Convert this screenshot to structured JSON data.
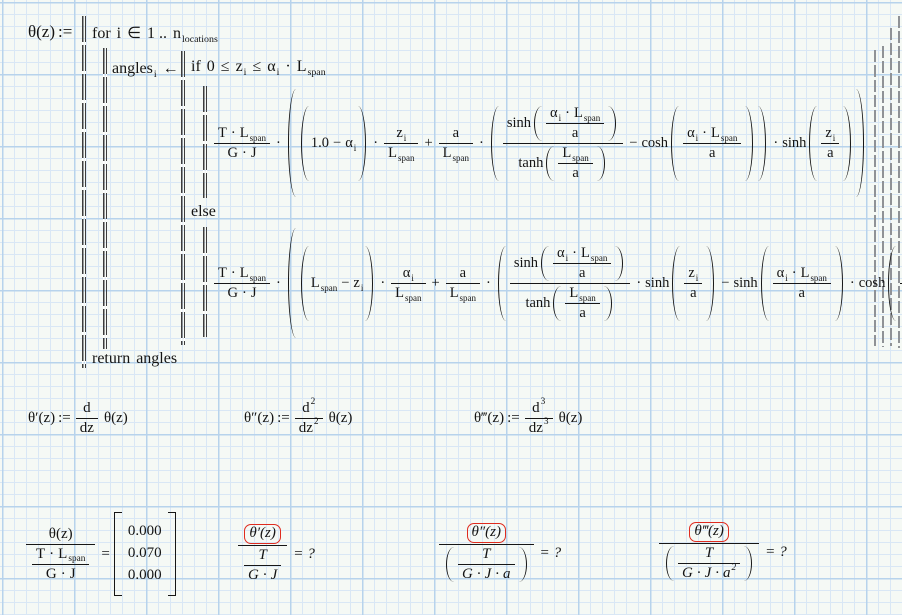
{
  "sym": {
    "theta": "θ(z)",
    "assign": ":=",
    "for": "for",
    "i": "i",
    "in": "∈",
    "range": "1 ..",
    "n": "n",
    "locations": "locations",
    "angles": "angles",
    "arrow": "←",
    "if": "if",
    "zero": "0",
    "leq": "≤",
    "z": "z",
    "alpha": "α",
    "dot": "·",
    "L": "L",
    "span": "span",
    "T": "T",
    "G": "G",
    "J": "J",
    "a": "a",
    "one": "1.0",
    "minus": "−",
    "plus": "+",
    "sinh": "sinh",
    "cosh": "cosh",
    "tanh": "tanh",
    "else": "else",
    "return": "return",
    "eq": "=",
    "q": "?",
    "d": "d",
    "two": "2",
    "three": "3",
    "theta1": "θ′(z)",
    "theta2": "θ″(z)",
    "theta3": "θ‴(z)"
  },
  "results": {
    "v0": "0.000",
    "v1": "0.070",
    "v2": "0.000"
  },
  "colors": {
    "error_box": "#df2b1e",
    "grid_minor": "#d9e7f5",
    "grid_major": "#b7d3ec",
    "program_bar": "#3d3d3d"
  }
}
